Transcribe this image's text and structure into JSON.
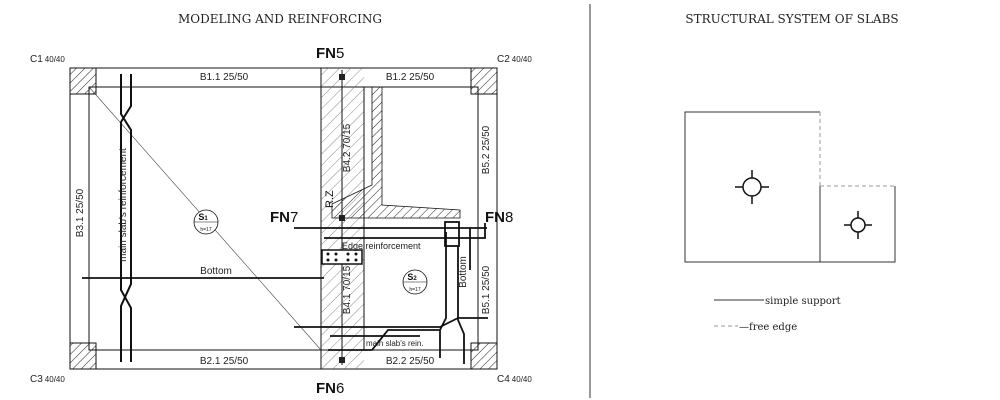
{
  "left_panel": {
    "title": "MODELING AND REINFORCING",
    "columns": {
      "c1": {
        "id": "C1",
        "size": "40/40"
      },
      "c2": {
        "id": "C2",
        "size": "40/40"
      },
      "c3": {
        "id": "C3",
        "size": "40/40"
      },
      "c4": {
        "id": "C4",
        "size": "40/40"
      }
    },
    "beams": {
      "b11": "B1.1  25/50",
      "b12": "B1.2  25/50",
      "b21": "B2.1  25/50",
      "b22": "B2.2  25/50",
      "b31": "B3.1  25/50",
      "b51": "B5.1  25/50",
      "b52": "B5.2  25/50",
      "b41": "B4.1  70/15",
      "b42": "B4.2  70/15"
    },
    "sections": {
      "fn5": {
        "prefix": "FN",
        "num": "5"
      },
      "fn6": {
        "prefix": "FN",
        "num": "6"
      },
      "fn7": {
        "prefix": "FN",
        "num": "7"
      },
      "fn8": {
        "prefix": "FN",
        "num": "8"
      }
    },
    "slabs": {
      "s1": {
        "label": "S",
        "sub": "1",
        "thickness": "h=17"
      },
      "s2": {
        "label": "S",
        "sub": "2",
        "thickness": "h=17"
      }
    },
    "labels": {
      "main_reinf": "main slab's reinforcement",
      "bottom_left": "Bottom",
      "bottom_right": "Bottom",
      "edge_reinf": "Edge reinforcement",
      "main_rein_short": "main slab's rein.",
      "rz": "R.Z"
    }
  },
  "right_panel": {
    "title": "STRUCTURAL SYSTEM OF SLABS",
    "legend": {
      "simple_support": "simple support",
      "free_edge": "free edge"
    }
  }
}
